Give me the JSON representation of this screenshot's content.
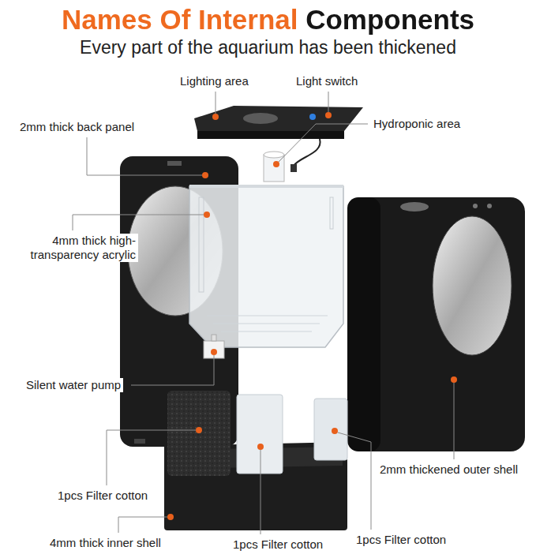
{
  "diagram": {
    "title": "Names Of Internal Components",
    "caption": "Every part of the aquarium has been thickened",
    "labels": [
      "Lighting area",
      "Light switch",
      "Hydroponic area",
      "2mm thick back panel",
      "4mm thick high-transparency acrylic",
      "Silent water pump",
      "1pcs Filter cotton",
      "4mm thick inner shell",
      "1pcs Filter cotton",
      "1pcs Filter cotton",
      "2mm thickened outer shell"
    ]
  }
}
